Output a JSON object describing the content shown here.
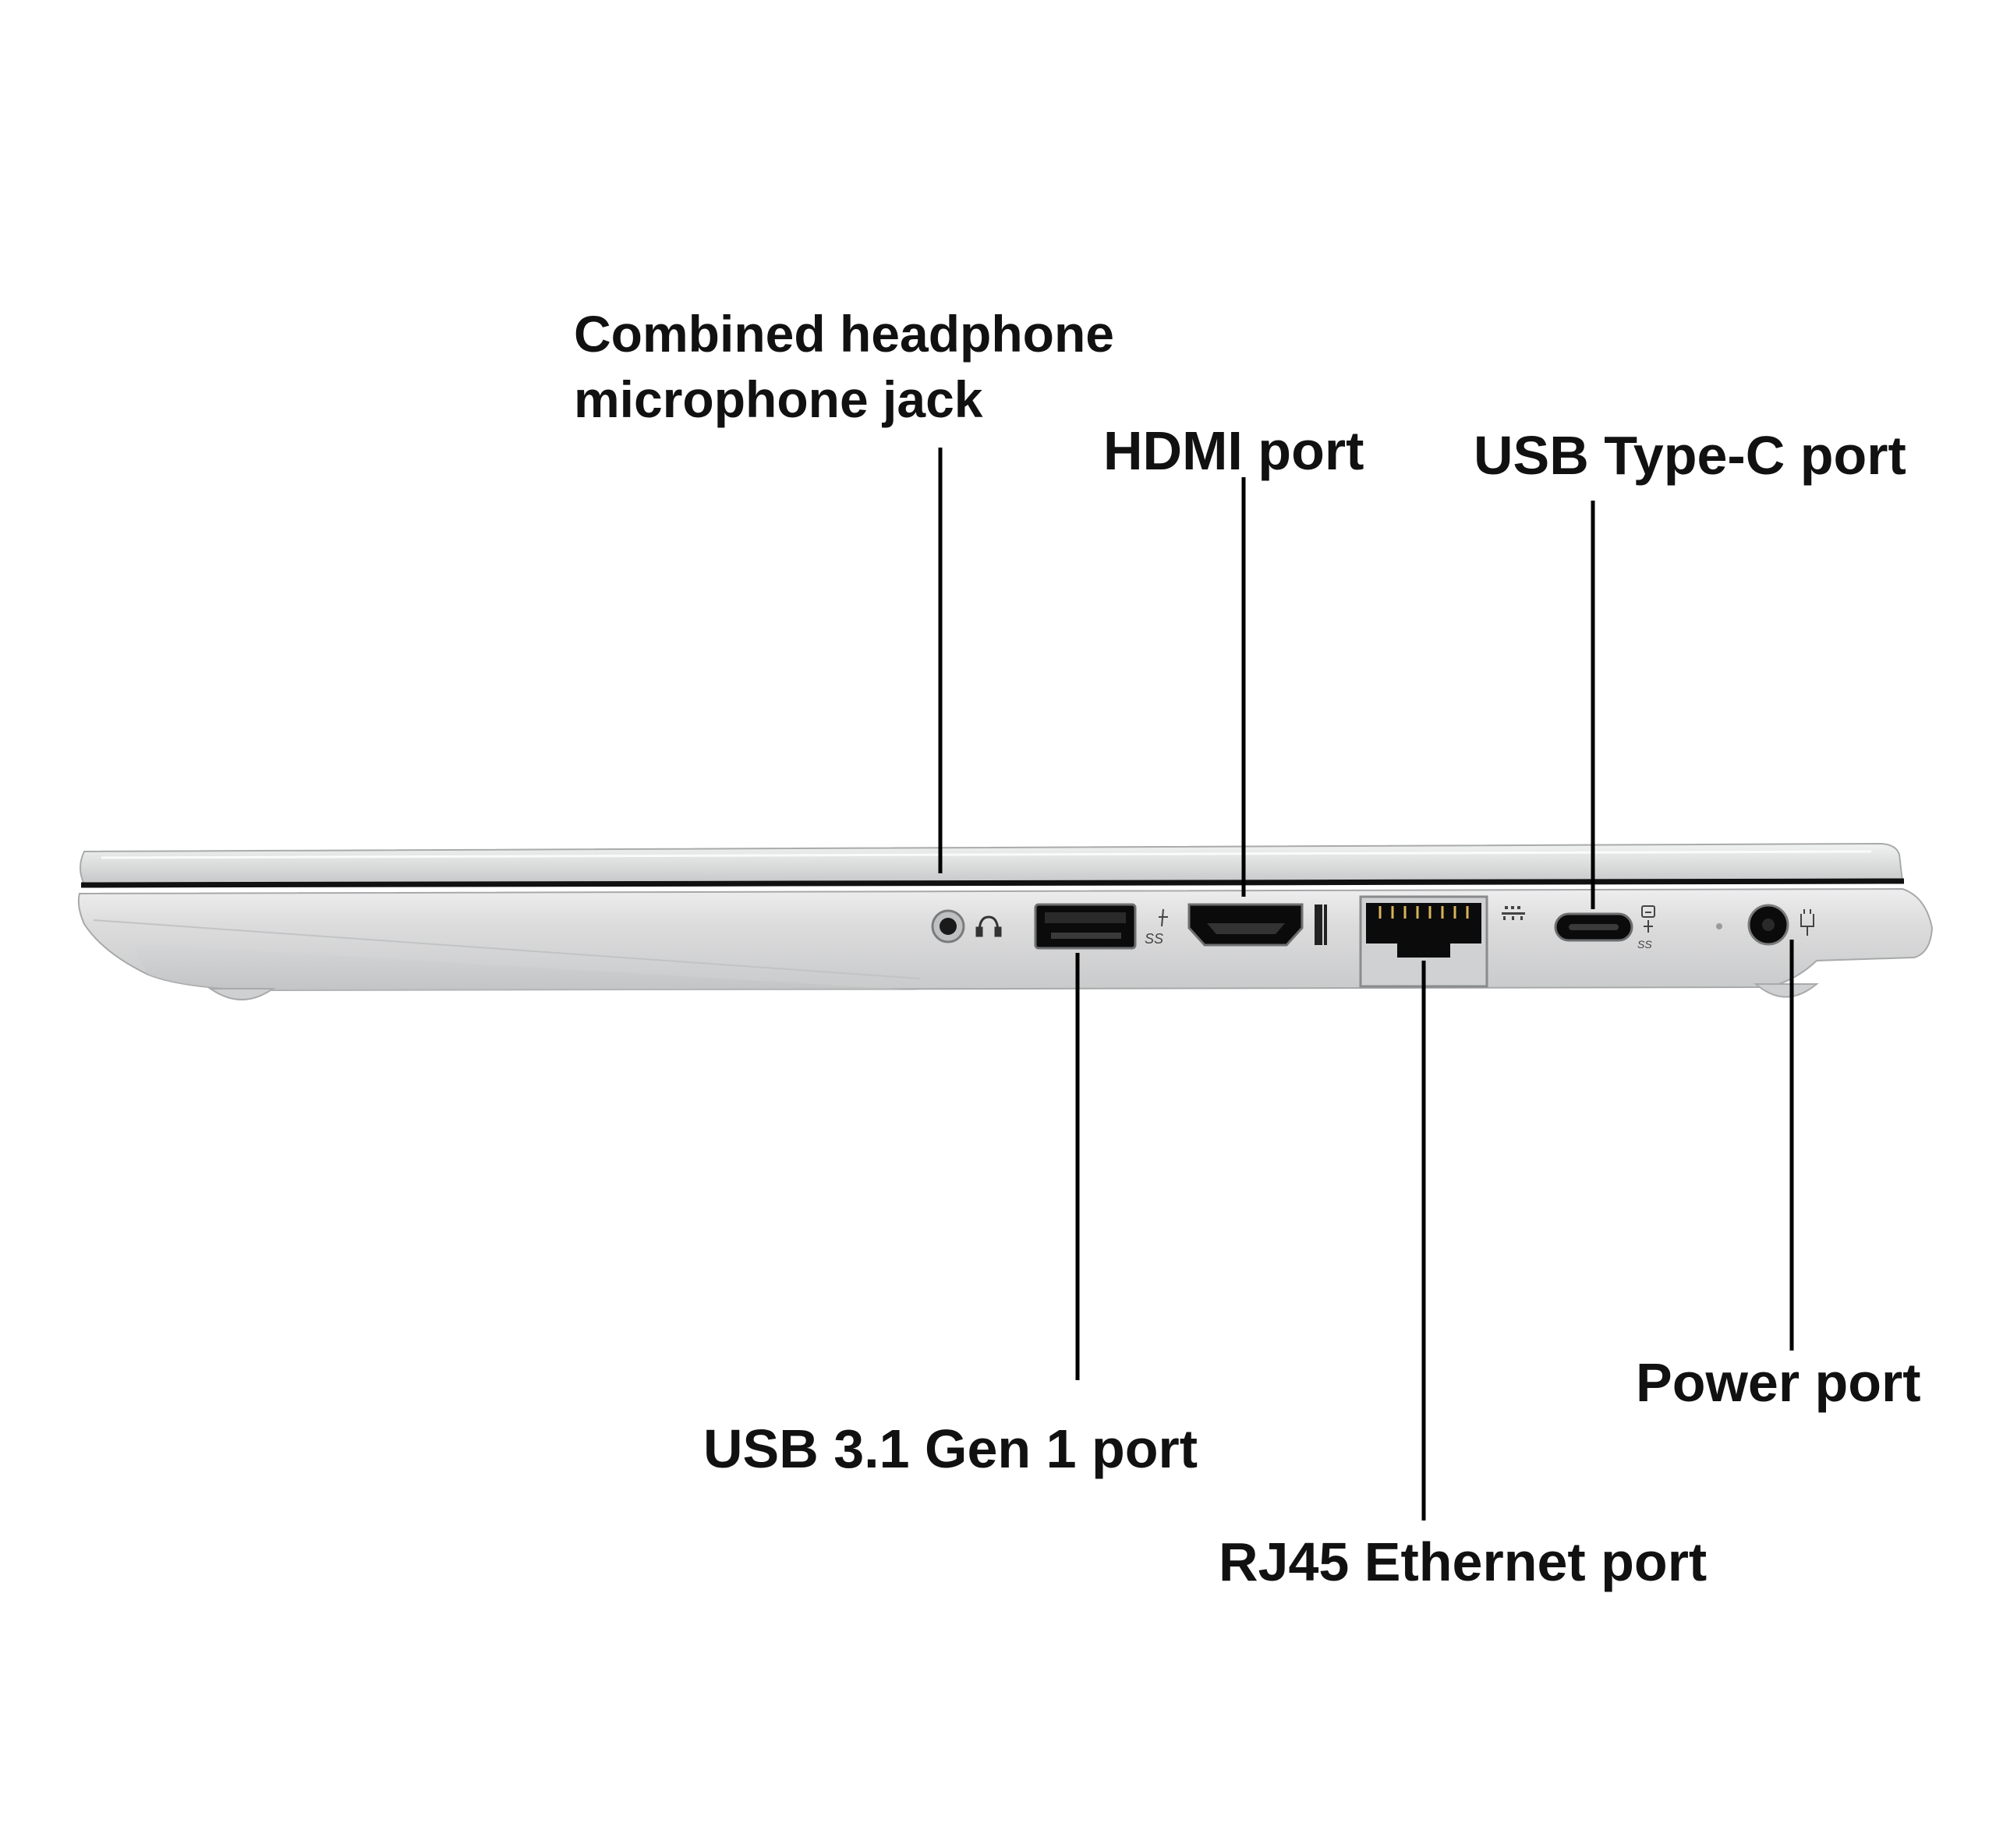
{
  "diagram": {
    "labels": {
      "headphone": [
        "Combined headphone",
        "microphone jack"
      ],
      "hdmi": "HDMI port",
      "usb_c": "USB Type-C port",
      "usb31": "USB 3.1 Gen 1 port",
      "rj45": "RJ45 Ethernet port",
      "power": "Power port"
    },
    "colors": {
      "laptop_body": "#d9dadb",
      "laptop_edge": "#b9babb",
      "port_black": "#0d0d0d",
      "leader_line": "#000000",
      "text": "#111111"
    },
    "icons": [
      "headphone-icon",
      "usb-superspeed-icon",
      "hdmi-icon",
      "ethernet-icon",
      "usb-c-superspeed-icon",
      "power-icon"
    ]
  }
}
